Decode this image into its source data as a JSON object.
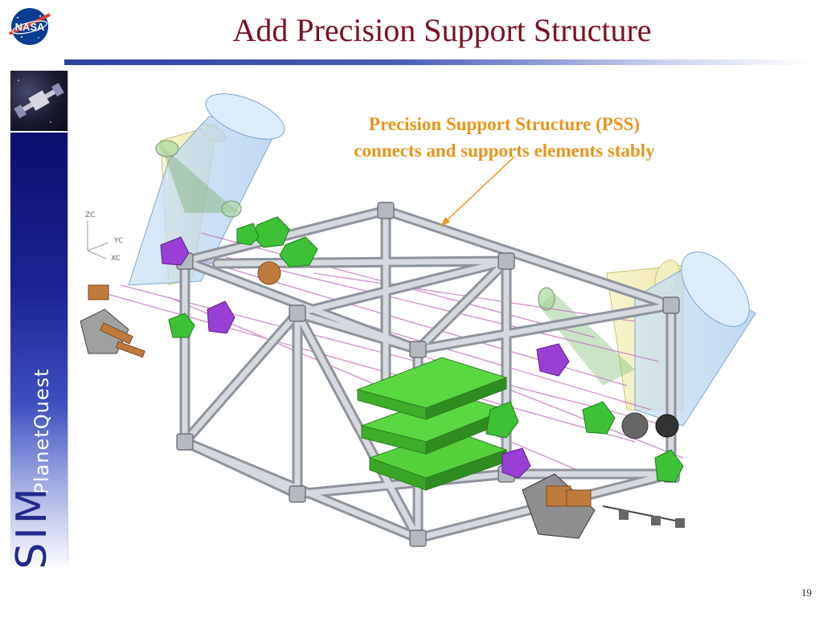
{
  "slide": {
    "title": "Add Precision Support Structure",
    "page_number": "19"
  },
  "logo": {
    "text": "NASA",
    "icon": "nasa-meatball-icon",
    "color": "#0b3d91",
    "accent": "#e03c31"
  },
  "sidebar": {
    "program_name": "PlanetQuest",
    "mission_name": "SIM",
    "photo_icon": "spacecraft-icon"
  },
  "callout": {
    "line1": "Precision Support Structure (PSS)",
    "line2": "connects and supports elements stably",
    "color": "#e8951a"
  },
  "diagram": {
    "axis_labels": [
      "ZC",
      "YC",
      "XC"
    ],
    "colors": {
      "truss": "#c8ccd2",
      "truss_dark": "#8e949c",
      "optics_green": "#42c42f",
      "optics_purple": "#9a3fd6",
      "beam_blue": "#bcd9f2",
      "beam_yellow": "#f1edb0",
      "beam_path": "#c77ac3",
      "bracket": "#c07a3c"
    }
  }
}
